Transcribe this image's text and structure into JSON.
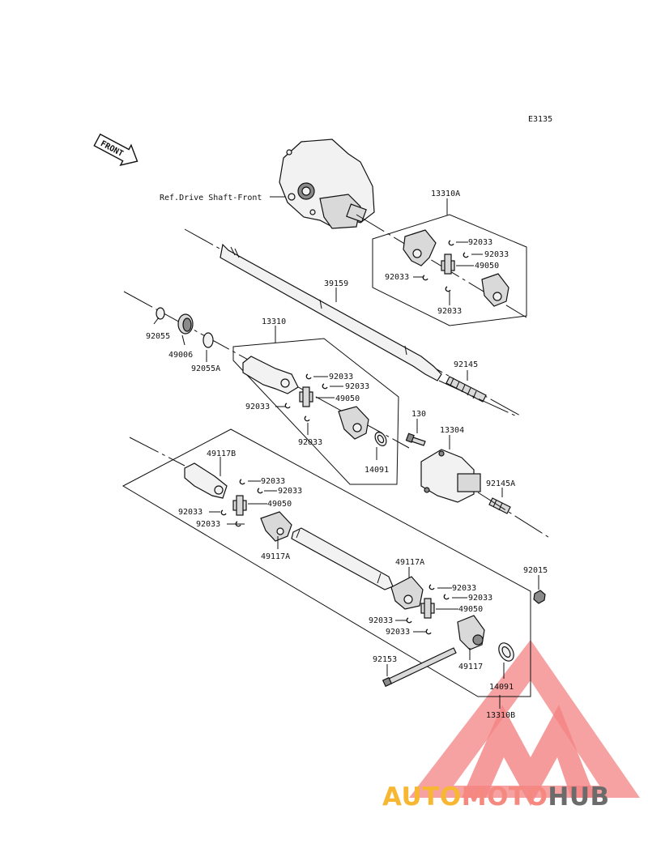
{
  "diagram_code": "E3135",
  "front_arrow_label": "FRONT",
  "ref_text": "Ref.Drive Shaft-Front",
  "labels": {
    "p13310A": "13310A",
    "p92033_a1": "92033",
    "p92033_a2": "92033",
    "p49050_a": "49050",
    "p92033_a3": "92033",
    "p92033_a4": "92033",
    "p39159": "39159",
    "p92055": "92055",
    "p49006": "49006",
    "p92055A": "92055A",
    "p13310": "13310",
    "p92033_b1": "92033",
    "p92033_b2": "92033",
    "p49050_b": "49050",
    "p92033_b3": "92033",
    "p92033_b4": "92033",
    "p92145": "92145",
    "p130": "130",
    "p13304": "13304",
    "p14091_a": "14091",
    "p92145A": "92145A",
    "p49117B": "49117B",
    "p92033_c1": "92033",
    "p92033_c2": "92033",
    "p49050_c": "49050",
    "p92033_c3": "92033",
    "p92033_c4": "92033",
    "p49117A_a": "49117A",
    "p49117A_b": "49117A",
    "p92033_d1": "92033",
    "p92033_d2": "92033",
    "p49050_d": "49050",
    "p92033_d3": "92033",
    "p92033_d4": "92033",
    "p92015": "92015",
    "p92153": "92153",
    "p49117": "49117",
    "p14091_b": "14091",
    "p13310B": "13310B"
  },
  "watermark": {
    "part1": "AUTO",
    "part2": "MOTO",
    "part3": "HUB",
    "color1": "#f7b733",
    "color2": "#f5897f",
    "color3": "#6b6b6b",
    "logo_color": "#f26d6d"
  }
}
